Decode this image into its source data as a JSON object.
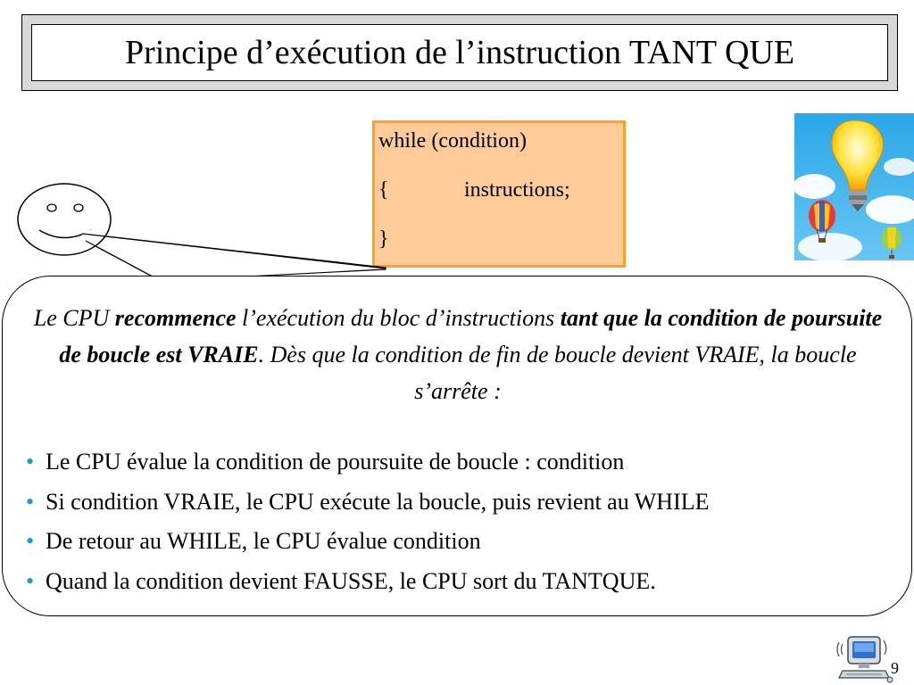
{
  "title": "Principe d’exécution de l’instruction TANT QUE",
  "code": {
    "line1": "while (condition)",
    "line2_brace": "{",
    "line2_text": "instructions;",
    "line3": "}"
  },
  "bubble": {
    "part1": "Le CPU ",
    "part2": "recommence",
    "part3": " l’exécution du bloc d’instructions ",
    "part4": "tant que la condition de poursuite de boucle est VRAIE",
    "part5": ". Dès que la condition de fin de boucle devient VRAIE, la boucle s’arrête :"
  },
  "bullets": [
    "Le CPU évalue la condition de poursuite de boucle : condition",
    "Si condition VRAIE, le CPU exécute la boucle, puis revient au WHILE",
    "De retour au WHILE, le CPU évalue condition",
    "Quand la condition devient FAUSSE, le CPU sort du TANTQUE."
  ],
  "bullet_glyph": "•",
  "page_number": "9",
  "colors": {
    "code_bg": "#ffcc99",
    "code_border": "#ffa01e",
    "bullet": "#1d9bd1"
  },
  "icons": [
    "smiley-face-icon",
    "lightbulb-balloons-icon",
    "computer-icon"
  ]
}
